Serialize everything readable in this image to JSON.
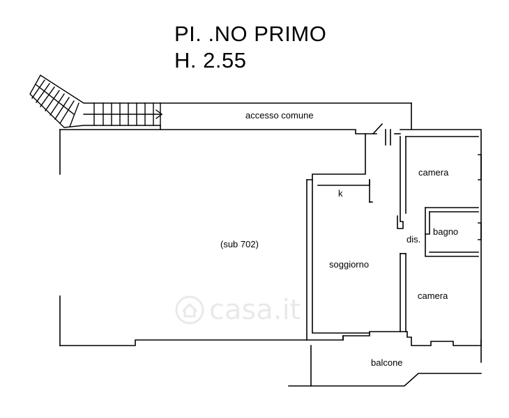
{
  "title": {
    "line1": "PI. .NO PRIMO",
    "line2": "H. 2.55"
  },
  "rooms": {
    "accesso_comune": "accesso comune",
    "sub": "(sub 702)",
    "kitchen": "k",
    "camera_top": "camera",
    "bagno": "bagno",
    "dis": "dis.",
    "soggiorno": "soggiorno",
    "camera_bottom": "camera",
    "balcone": "balcone"
  },
  "watermark": {
    "text": "casa.it",
    "icon": "house-icon"
  },
  "colors": {
    "ink": "#000000",
    "watermark": "#8a8a8a"
  }
}
